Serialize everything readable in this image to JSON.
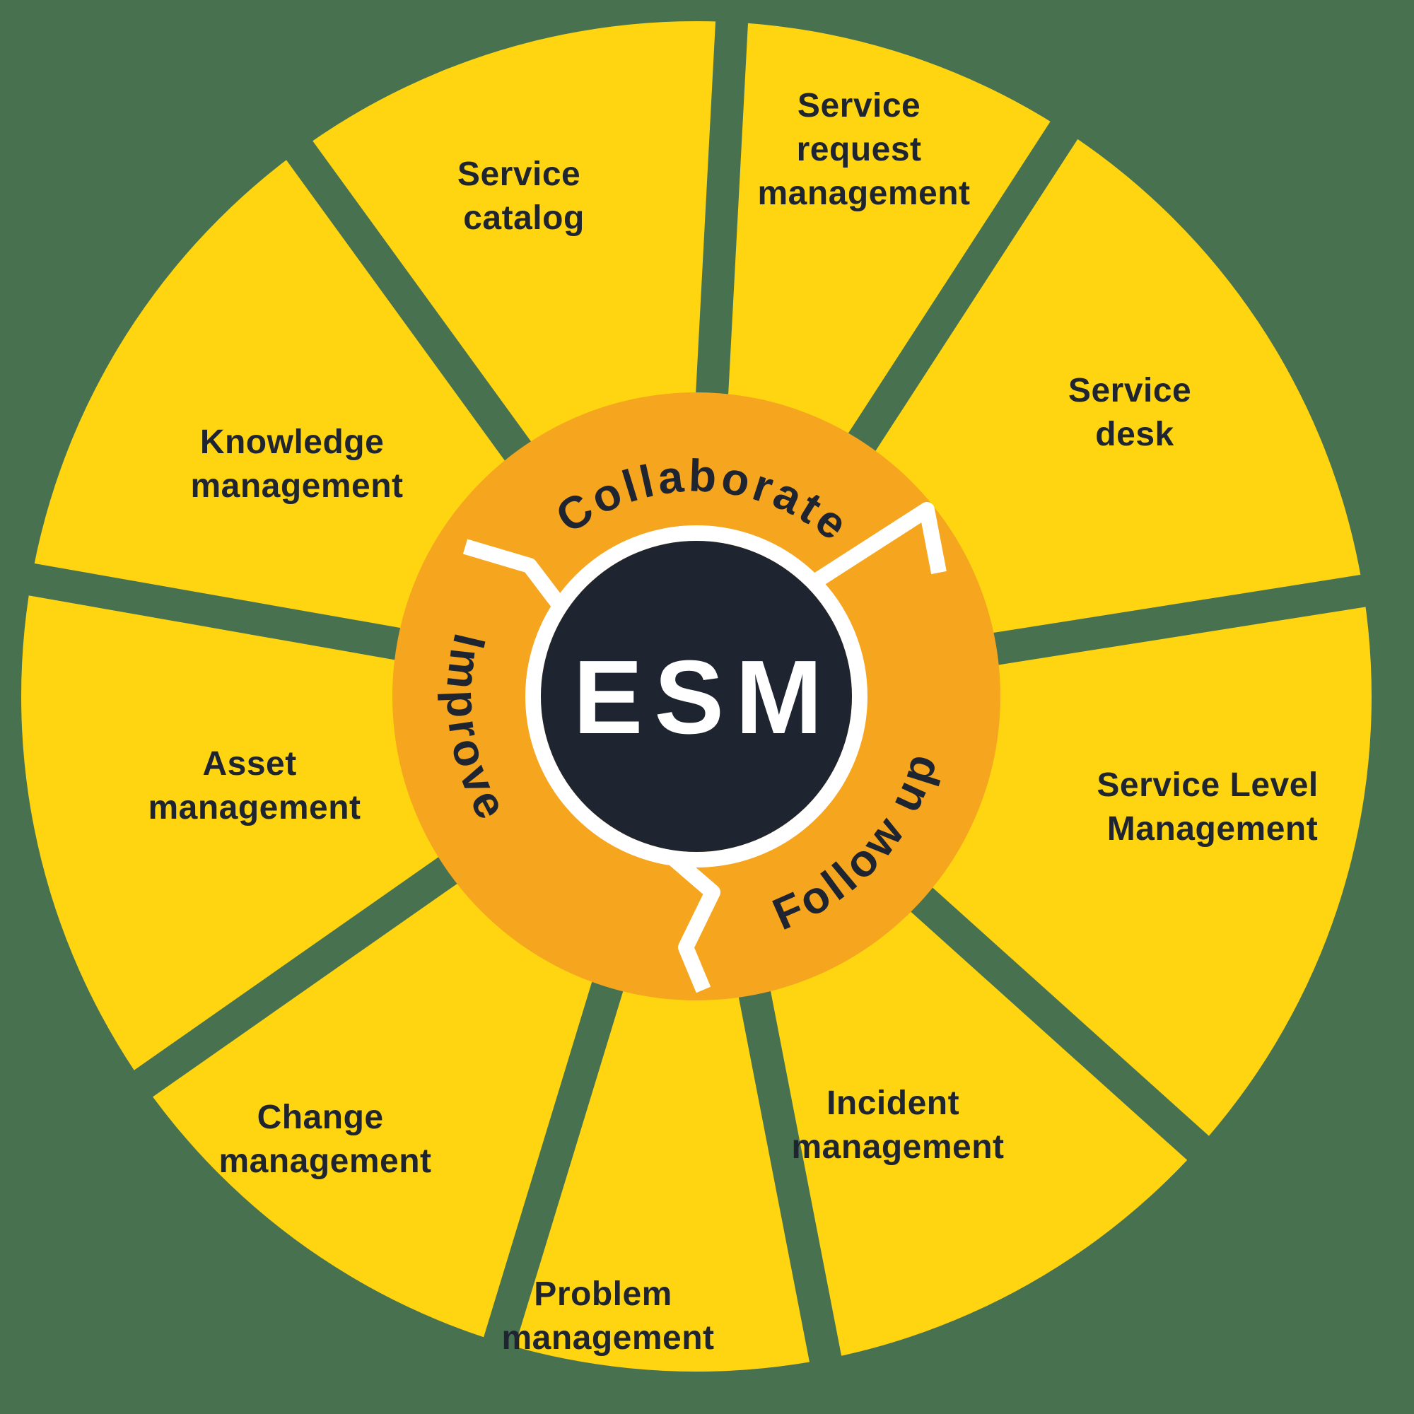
{
  "diagram": {
    "title": "ESM service management wheel",
    "center_label": "ESM",
    "cycle_words": [
      {
        "label": "Collaborate"
      },
      {
        "label": "Follow up"
      },
      {
        "label": "Improve"
      }
    ],
    "segments": [
      {
        "label": "Service desk",
        "lines": [
          "Service",
          "desk",
          ""
        ]
      },
      {
        "label": "Service request management",
        "lines": [
          "Service",
          "request",
          "management"
        ]
      },
      {
        "label": "Service catalog",
        "lines": [
          "Service",
          "catalog",
          ""
        ]
      },
      {
        "label": "Knowledge management",
        "lines": [
          "Knowledge",
          "management",
          ""
        ]
      },
      {
        "label": "Asset management",
        "lines": [
          "Asset",
          "management",
          ""
        ]
      },
      {
        "label": "Change management",
        "lines": [
          "Change",
          "management",
          ""
        ]
      },
      {
        "label": "Problem management",
        "lines": [
          "Problem",
          "management",
          ""
        ]
      },
      {
        "label": "Incident management",
        "lines": [
          "Incident",
          "management",
          ""
        ]
      },
      {
        "label": "Service Level Management",
        "lines": [
          "Service Level",
          "Management",
          ""
        ]
      }
    ],
    "colors": {
      "background_green": "#487150",
      "segment_yellow": "#FFD511",
      "inner_orange": "#F6A51F",
      "core_dark": "#1E2531",
      "text_dark": "#1E2531",
      "ring_white": "#FFFFFF"
    }
  }
}
